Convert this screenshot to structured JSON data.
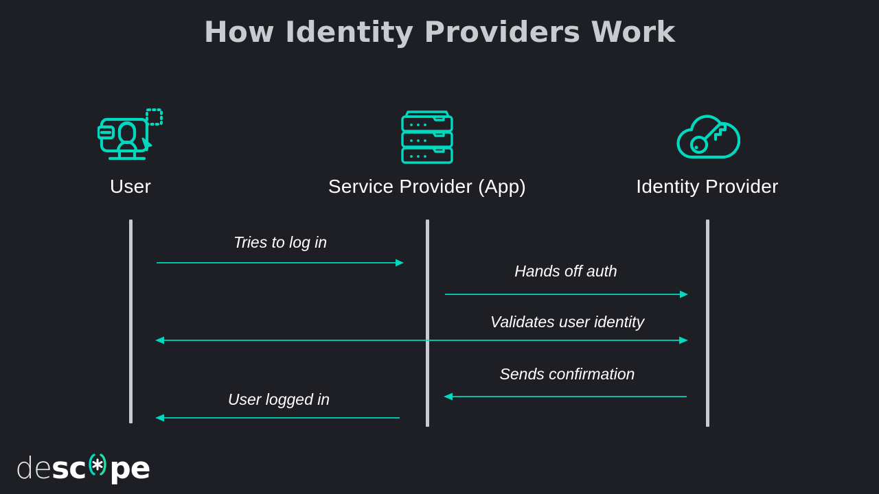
{
  "page": {
    "title": "How Identity Providers Work",
    "background_color": "#1d1f24",
    "title_color": "#c9cbd1",
    "accent_color": "#00d9c0",
    "lifeline_color": "#c9cbd1",
    "text_color": "#ffffff"
  },
  "actors": [
    {
      "id": "user",
      "label": "User",
      "icon": "user-monitor-icon"
    },
    {
      "id": "service-provider",
      "label": "Service Provider (App)",
      "icon": "server-stack-icon"
    },
    {
      "id": "identity-provider",
      "label": "Identity Provider",
      "icon": "cloud-key-icon"
    }
  ],
  "messages": [
    {
      "id": "tries-to-log-in",
      "label": "Tries to log in",
      "from": "user",
      "to": "service-provider",
      "direction": "right"
    },
    {
      "id": "hands-off-auth",
      "label": "Hands off auth",
      "from": "service-provider",
      "to": "identity-provider",
      "direction": "right"
    },
    {
      "id": "validates-user-identity",
      "label": "Validates user identity",
      "from": "user",
      "to": "identity-provider",
      "direction": "both"
    },
    {
      "id": "sends-confirmation",
      "label": "Sends confirmation",
      "from": "identity-provider",
      "to": "service-provider",
      "direction": "left"
    },
    {
      "id": "user-logged-in",
      "label": "User logged in",
      "from": "service-provider",
      "to": "user",
      "direction": "left"
    }
  ],
  "logo": {
    "part1": "de",
    "part2": "sc",
    "mark": "descope-o-mark",
    "part3": "pe"
  }
}
